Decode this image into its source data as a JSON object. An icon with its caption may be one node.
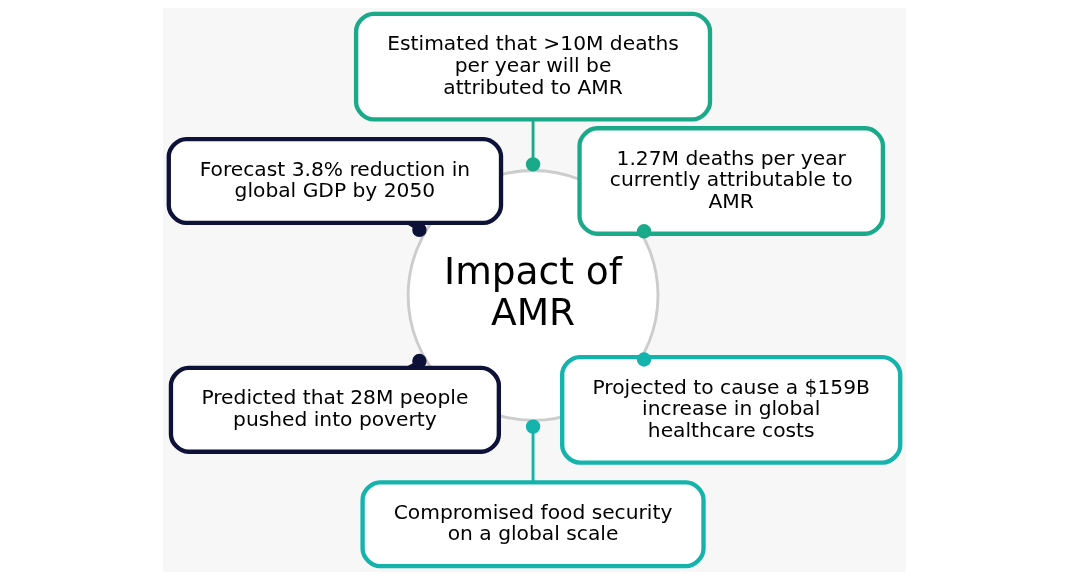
{
  "diagram": {
    "nodes": [
      {
        "text": [
          "Impact of AMR"
        ]
      },
      {
        "text": [
          "1.27M deaths per year currently attributable to AMR"
        ]
      },
      {
        "text": [
          "Estimated that >10M deaths per year will be attributed to AMR"
        ]
      },
      {
        "text": [
          "Forecast 3.8% reduction in global GDP by 2050"
        ]
      },
      {
        "text": [
          "Predicted that 28M people pushed into poverty"
        ]
      },
      {
        "text": [
          "Compromised food security on a global scale"
        ]
      },
      {
        "text": [
          "Projected to cause a $159B increase in global healthcare costs"
        ]
      }
    ],
    "edges": [
      {
        "from": 1,
        "to": 0,
        "arrow": "other",
        "color": "#1aaa8a"
      },
      {
        "from": 2,
        "to": 0,
        "arrow": "other",
        "color": "#1aaa8a"
      },
      {
        "from": 3,
        "to": 0,
        "arrow": "other",
        "color": "#0e1138"
      },
      {
        "from": 4,
        "to": 0,
        "arrow": "other",
        "color": "#0e1138"
      },
      {
        "from": 5,
        "to": 0,
        "arrow": "other",
        "color": "#14b3ab"
      },
      {
        "from": 6,
        "to": 0,
        "arrow": "other",
        "color": "#14b3ab"
      }
    ]
  }
}
